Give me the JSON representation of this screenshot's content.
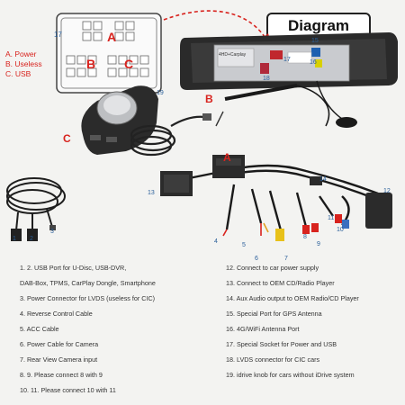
{
  "title": "Diagram",
  "legend": {
    "a": "A. Power",
    "b": "B. Useless",
    "c": "C. USB"
  },
  "markers": {
    "connector_number": "17",
    "A": "A",
    "B": "B",
    "C": "C",
    "n1": "1",
    "n2": "2",
    "n3": "3",
    "n4": "4",
    "n5": "5",
    "n6": "6",
    "n7": "7",
    "n8": "8",
    "n9": "9",
    "n10": "10",
    "n11": "11",
    "n12": "12",
    "n13": "13",
    "n14": "14",
    "n15": "15",
    "n16": "16",
    "n17": "17",
    "n18": "18",
    "n19": "19"
  },
  "unit_label": "4HD+Carplay",
  "notes_left": [
    "1. 2. USB Port for U-Disc, USB-DVR,",
    "DAB-Box, TPMS, CarPlay Dongle, Smartphone",
    "3. Power Connector for LVDS (useless for CIC)",
    "4. Reverse Control Cable",
    "5. ACC Cable",
    "6. Power Cable for Camera",
    "7. Rear View Camera input",
    "8. 9. Please connect 8 with 9",
    "10. 11. Please connect 10 with 11"
  ],
  "notes_right": [
    "12. Connect to car power supply",
    "13. Connect to OEM CD/Radio Player",
    "14. Aux Audio output to OEM Radio/CD Player",
    "15. Special Port for GPS Antenna",
    "16. 4G/WiFi Antenna Port",
    "17. Special Socket for Power and USB",
    "18. LVDS connector for CIC cars",
    "19. idrive knob for cars without iDrive system"
  ],
  "colors": {
    "accent_red": "#d8231e",
    "label_blue": "#2a5f9a"
  }
}
